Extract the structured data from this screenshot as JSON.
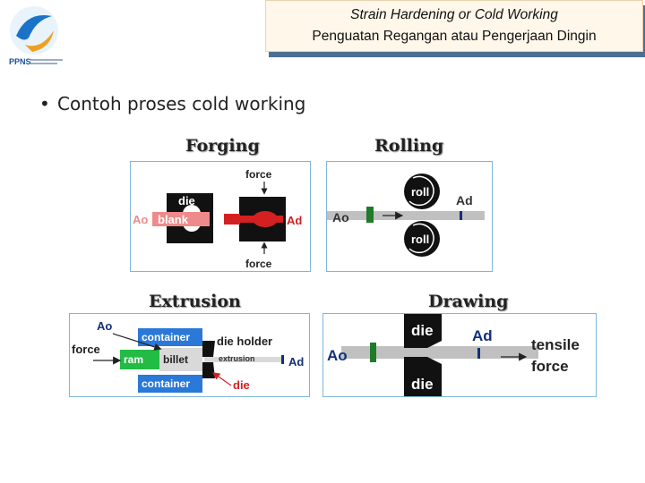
{
  "header": {
    "title_en": "Strain Hardening or Cold Working",
    "title_id": "Penguatan Regangan atau Pengerjaan Dingin"
  },
  "logo": {
    "text": "PPNS",
    "icon": "ppns-logo"
  },
  "bullet": {
    "text": "Contoh proses cold working"
  },
  "forging": {
    "title": "Forging",
    "force_top": "force",
    "force_bottom": "force",
    "die": "die",
    "blank": "blank",
    "ao": "Ao",
    "ad": "Ad"
  },
  "rolling": {
    "title": "Rolling",
    "roll_top": "roll",
    "roll_bottom": "roll",
    "ao": "Ao",
    "ad": "Ad"
  },
  "extrusion": {
    "title": "Extrusion",
    "ao": "Ao",
    "ad": "Ad",
    "force": "force",
    "container_top": "container",
    "container_bottom": "container",
    "die_holder": "die holder",
    "ram": "ram",
    "billet": "billet",
    "extrusion": "extrusion",
    "die": "die"
  },
  "drawing": {
    "title": "Drawing",
    "die_top": "die",
    "die_bottom": "die",
    "ao": "Ao",
    "ad": "Ad",
    "tensile": "tensile",
    "force": "force"
  },
  "colors": {
    "panel_border": "#7fb6d9",
    "red": "#d42020",
    "green": "#1f7a2a",
    "blue_container": "#2a78d8",
    "ram_green": "#22bb44",
    "navy": "#12307a",
    "gray_bar": "#c0c0c0",
    "title_shadow": "#4d6f94"
  }
}
